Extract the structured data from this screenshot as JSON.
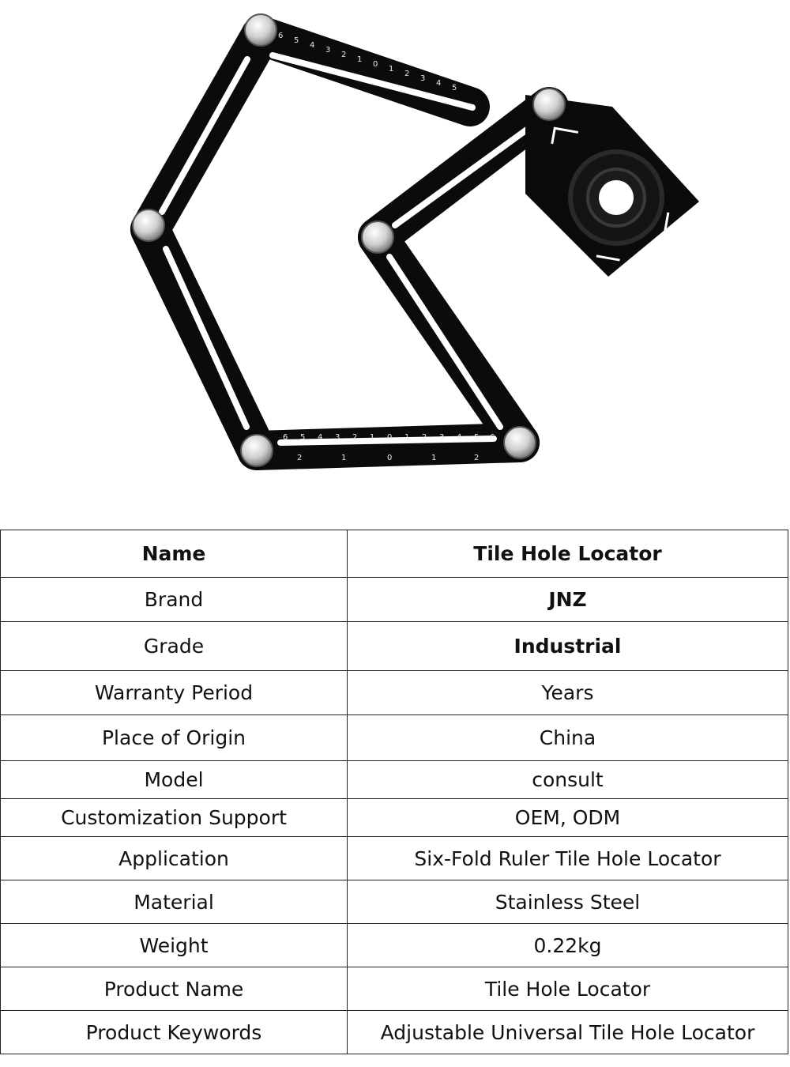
{
  "image": {
    "icon": "six-fold-ruler-tile-hole-locator-photo",
    "ruler_top_scale": [
      "6",
      "5",
      "4",
      "3",
      "2",
      "1",
      "0",
      "1",
      "2",
      "3",
      "4",
      "5",
      "6"
    ],
    "ruler_sub_scale": [
      "2",
      "1",
      "0",
      "1",
      "2"
    ]
  },
  "table": {
    "header": {
      "key": "Name",
      "value": "Tile Hole Locator"
    },
    "rows": [
      {
        "key": "Brand",
        "value": "JNZ",
        "bold": true
      },
      {
        "key": "Grade",
        "value": "Industrial",
        "bold": true
      },
      {
        "key": "Warranty Period",
        "value": "Years"
      },
      {
        "key": "Place of Origin",
        "value": "China"
      },
      {
        "key": "Model",
        "value": "consult"
      },
      {
        "key": "Customization Support",
        "value": "OEM, ODM"
      },
      {
        "key": "Application",
        "value": "Six-Fold Ruler Tile Hole Locator"
      },
      {
        "key": "Material",
        "value": "Stainless Steel"
      },
      {
        "key": "Weight",
        "value": "0.22kg"
      },
      {
        "key": "Product Name",
        "value": "Tile Hole Locator"
      },
      {
        "key": "Product Keywords",
        "value": "Adjustable Universal Tile Hole Locator"
      }
    ]
  }
}
